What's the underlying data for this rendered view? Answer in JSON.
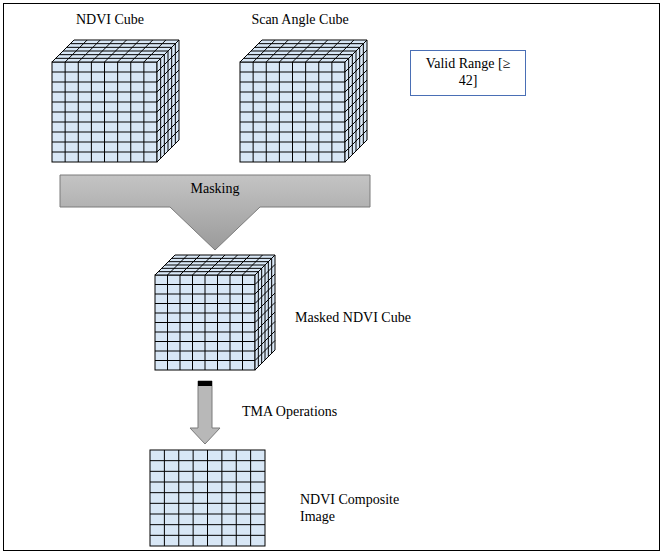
{
  "diagram": {
    "nodes": [
      {
        "text": [
          "NDVI Cube"
        ]
      },
      {
        "text": [
          "Scan Angle Cube"
        ]
      },
      {
        "text": [
          "Valid Range [≥ 42]"
        ]
      },
      {
        "text": [
          "Masking"
        ]
      },
      {
        "text": [
          "Masked NDVI Cube"
        ]
      },
      {
        "text": [
          "NDVI Composite Image"
        ]
      }
    ],
    "edges": [
      {
        "from": 4,
        "to": 5,
        "arrow": "to",
        "label": "TMA Operations"
      }
    ]
  }
}
